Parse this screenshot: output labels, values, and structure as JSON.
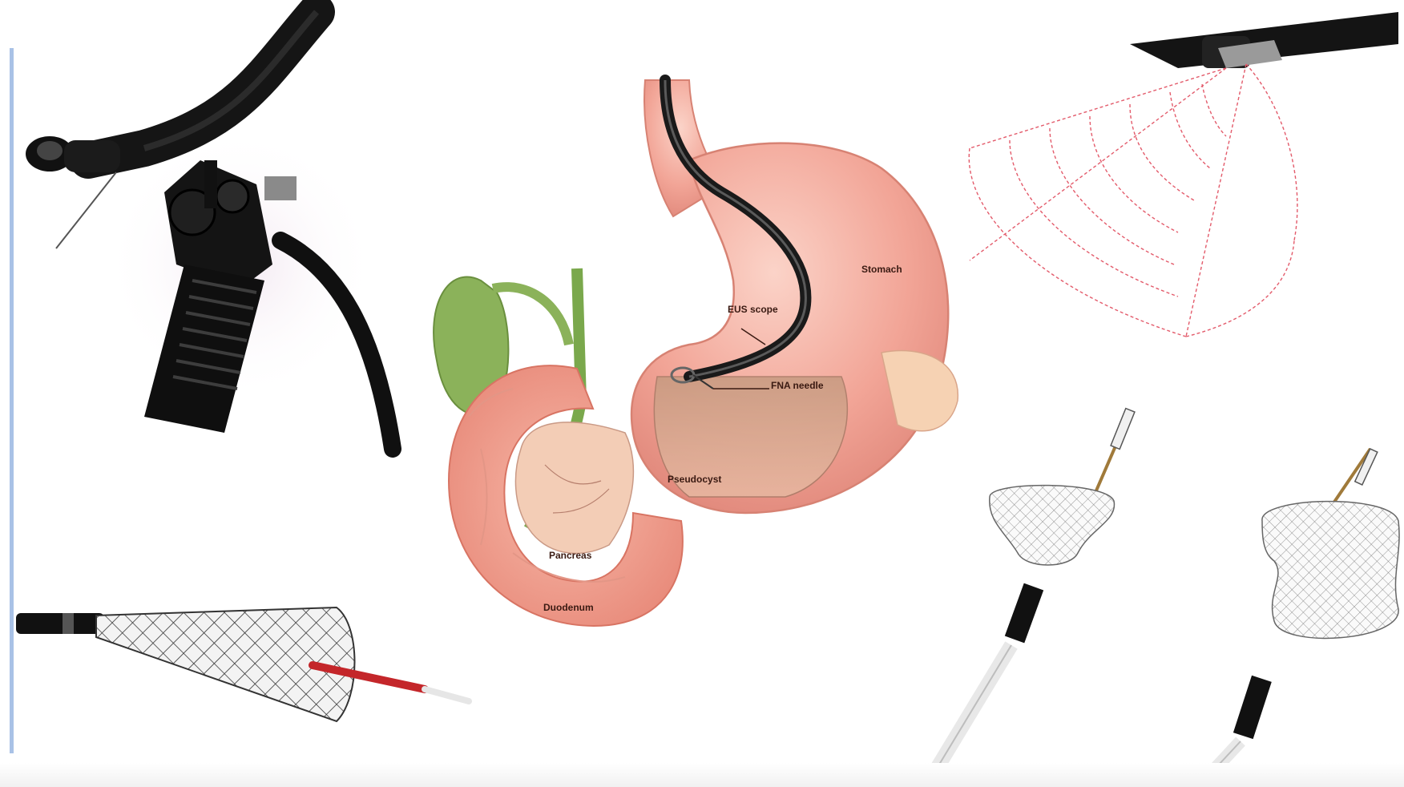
{
  "diagram": {
    "labels": {
      "stomach": "Stomach",
      "eus_scope": "EUS scope",
      "fna_needle": "FNA needle",
      "pseudocyst": "Pseudocyst",
      "pancreas": "Pancreas",
      "duodenum": "Duodenum"
    },
    "colors": {
      "accent_bar": "#a9c2e6",
      "stomach": "#f2a597",
      "gallbladder": "#8bb25a",
      "ultrasound": "#e35b6b",
      "scope": "#1a1a1a"
    }
  }
}
